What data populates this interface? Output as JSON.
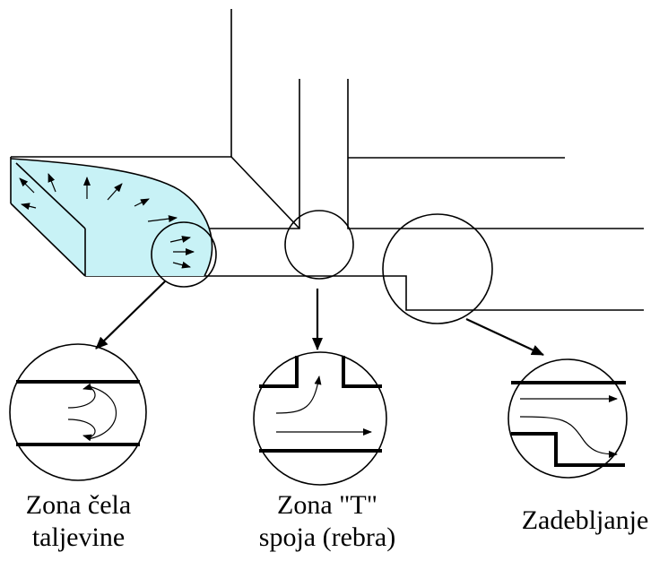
{
  "labels": {
    "zona_cela": {
      "line1": "Zona čela",
      "line2": "taljevine"
    },
    "zona_t": {
      "line1": "Zona \"T\"",
      "line2": "spoja (rebra)"
    },
    "zadebljanje": {
      "line1": "Zadebljanje"
    }
  },
  "colors": {
    "melt_fill": "#c8f2f6",
    "stroke": "#000000",
    "background": "#ffffff"
  }
}
